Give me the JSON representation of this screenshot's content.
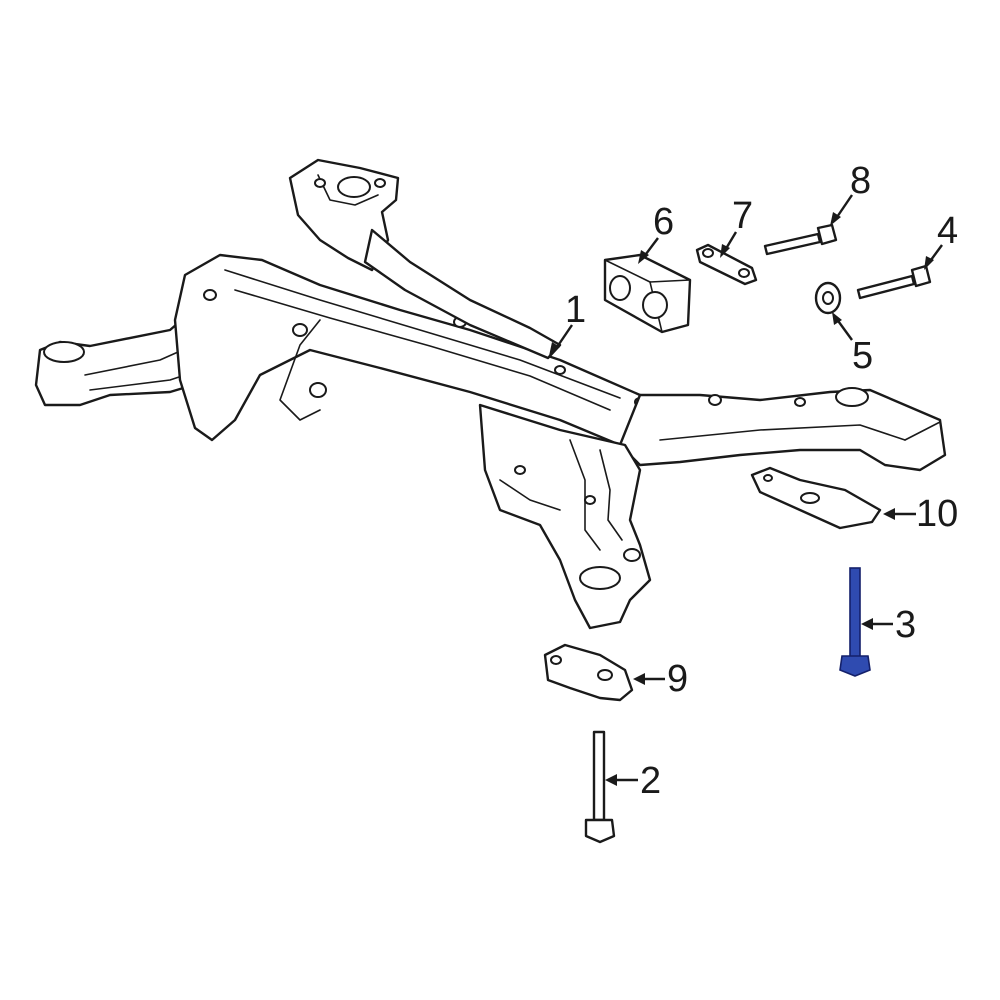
{
  "diagram": {
    "highlight_color": "#2f4bb0",
    "line_color": "#1a1a1a",
    "highlighted_part": "3",
    "callouts": [
      {
        "id": "c1",
        "label": "1"
      },
      {
        "id": "c2",
        "label": "2"
      },
      {
        "id": "c3",
        "label": "3"
      },
      {
        "id": "c4",
        "label": "4"
      },
      {
        "id": "c5",
        "label": "5"
      },
      {
        "id": "c6",
        "label": "6"
      },
      {
        "id": "c7",
        "label": "7"
      },
      {
        "id": "c8",
        "label": "8"
      },
      {
        "id": "c9",
        "label": "9"
      },
      {
        "id": "c10",
        "label": "10"
      }
    ]
  }
}
